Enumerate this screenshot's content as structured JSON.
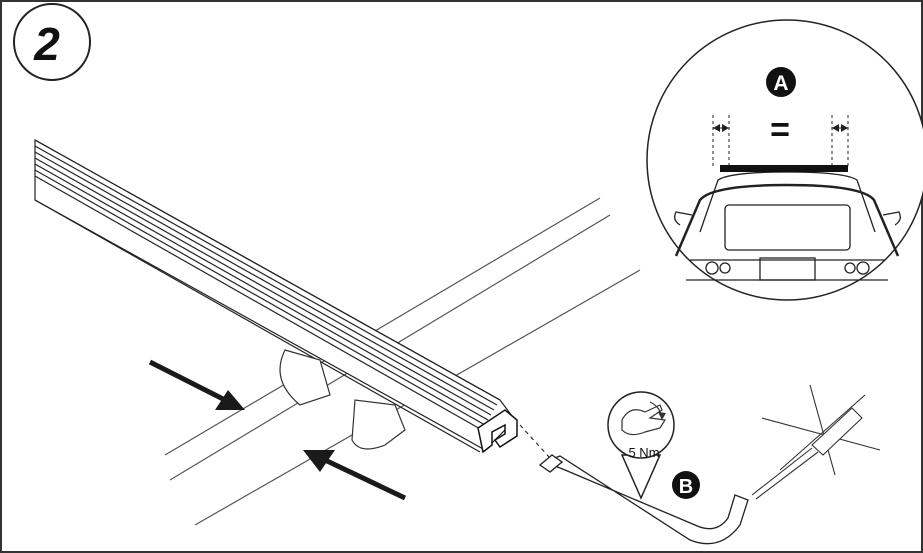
{
  "step": {
    "number": "2"
  },
  "callouts": {
    "a_label": "A",
    "b_label": "B",
    "equal_sign": "="
  },
  "torque": {
    "value": "5 Nm"
  },
  "icons": {
    "step_badge": "circle-number-icon",
    "car_detail": "car-rear-view-icon",
    "hand_torque": "hand-rotate-icon",
    "allen_key": "hex-key-icon",
    "screwdriver_forbidden": "crossed-screwdriver-icon",
    "push_arrows": "arrow-icon"
  },
  "colors": {
    "ink": "#1a1a1a",
    "paper": "#ffffff",
    "frame": "#333333"
  }
}
